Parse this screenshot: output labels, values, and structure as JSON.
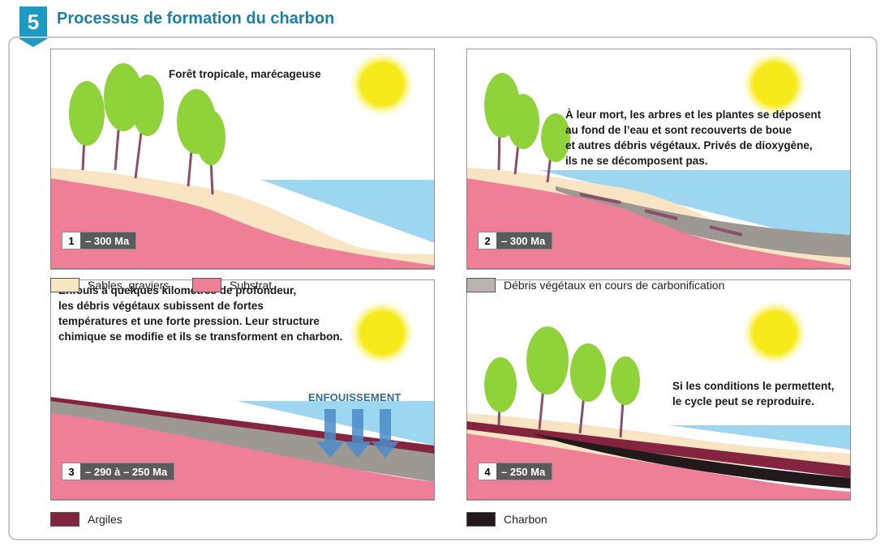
{
  "header": {
    "number": "5",
    "title": "Processus de formation du charbon"
  },
  "panels": [
    {
      "stage": "1",
      "age": "– 300 Ma",
      "caption": [
        "Forêt tropicale, marécageuse"
      ]
    },
    {
      "stage": "2",
      "age": "– 300 Ma",
      "caption": [
        "À leur mort, les arbres et les plantes se déposent",
        "au fond de l’eau et sont recouverts de boue",
        "et autres débris végétaux. Privés de dioxygène,",
        "ils ne se décomposent pas."
      ]
    },
    {
      "stage": "3",
      "age": "– 290 à – 250 Ma",
      "caption": [
        "Enfouis à quelques kilomètres de profondeur,",
        "les débris végétaux subissent de fortes",
        "températures et une forte pression. Leur structure",
        "chimique se modifie et ils se transforment en charbon."
      ],
      "arrows_label": "ENFOUISSEMENT"
    },
    {
      "stage": "4",
      "age": "– 250 Ma",
      "caption": [
        "Si les conditions le permettent,",
        "le cycle peut se reproduire."
      ]
    }
  ],
  "legend": [
    {
      "label": "Sables, graviers",
      "color": "#f9e4c4"
    },
    {
      "label": "Substrat",
      "color": "#ee7f97"
    },
    {
      "label": "Débris végétaux en cours de carbonification",
      "color": "#b9b2ae"
    },
    {
      "label": "Argiles",
      "color": "#85243f"
    },
    {
      "label": "Charbon",
      "color": "#221a1a"
    }
  ],
  "colors": {
    "accent": "#1c7fa6",
    "water": "#9dd6f0",
    "sun": "#f7ea1a",
    "sand": "#f9e4c4",
    "substrate": "#ee7f97",
    "debris": "#9e9893",
    "clay": "#85243f",
    "coal": "#221a1a",
    "trunk": "#8a4f6a",
    "leaf": "#8fd23a"
  }
}
